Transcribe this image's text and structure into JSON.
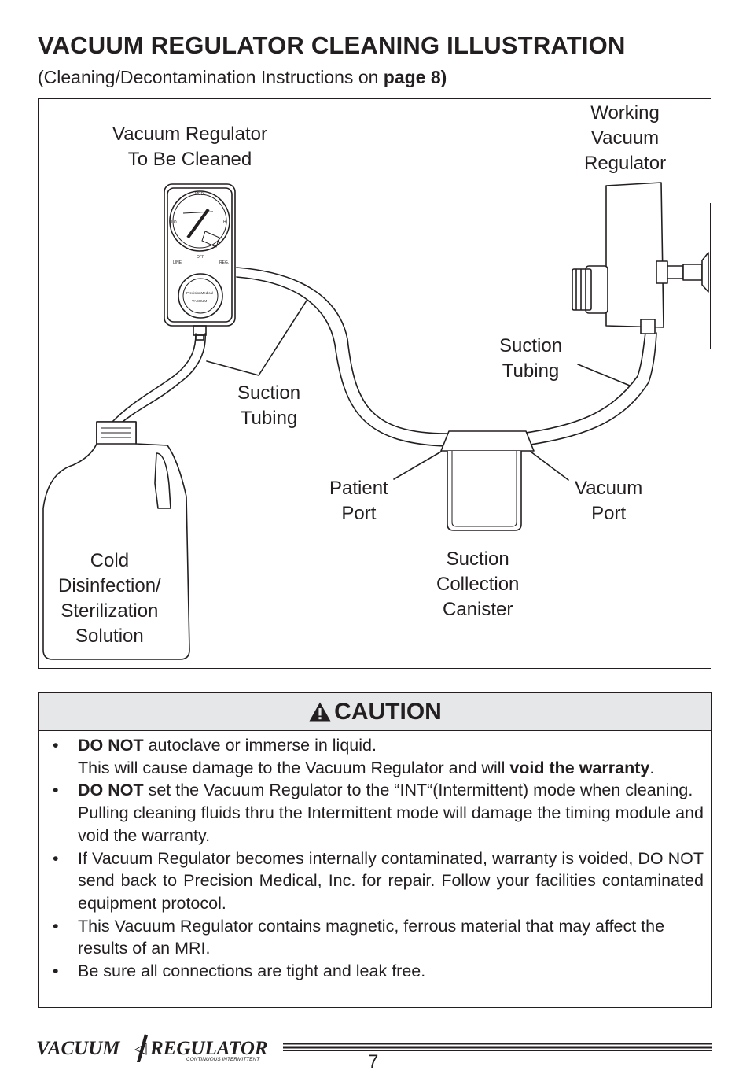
{
  "header": {
    "title": "VACUUM REGULATOR CLEANING ILLUSTRATION",
    "subtitle_prefix": "(Cleaning/Decontamination Instructions on ",
    "subtitle_bold": "page 8)"
  },
  "figure": {
    "labels": {
      "regulator_to_clean": [
        "Vacuum Regulator",
        "To Be Cleaned"
      ],
      "working_regulator": [
        "Working",
        "Vacuum",
        "Regulator"
      ],
      "suction_tubing_right": [
        "Suction",
        "Tubing"
      ],
      "suction_tubing_left": [
        "Suction",
        "Tubing"
      ],
      "patient_port": [
        "Patient",
        "Port"
      ],
      "vacuum_port": [
        "Vacuum",
        "Port"
      ],
      "canister": [
        "Suction",
        "Collection",
        "Canister"
      ],
      "solution": [
        "Cold",
        "Disinfection/",
        "Sterilization",
        "Solution"
      ]
    },
    "gauge_text": {
      "med": "MED",
      "lo": "LO",
      "hi": "HI",
      "brand": "PrecisionMedical",
      "vacuum": "VACUUM",
      "line": "LINE",
      "off": "OFF",
      "reg": "REG."
    }
  },
  "caution": {
    "heading": "CAUTION",
    "items": [
      {
        "bold_lead": "DO NOT",
        "text": " autoclave or immerse in liquid.",
        "line2": "This will cause damage to the Vacuum Regulator and will ",
        "line2_bold": "void the warranty",
        "line2_end": "."
      },
      {
        "bold_lead": "DO NOT",
        "text": " set the Vacuum Regulator to the “INT“(Intermittent) mode when cleaning. Pulling cleaning fluids thru the Intermittent mode will damage the timing module and void the warranty."
      },
      {
        "text": "If Vacuum Regulator becomes internally contaminated, warranty is voided, DO NOT send back to Precision Medical, Inc. for repair. Follow your facilities contaminated equipment protocol."
      },
      {
        "text": "This Vacuum Regulator contains magnetic, ferrous material that may affect the results of an MRI."
      },
      {
        "text": "Be sure all connections are tight and leak free."
      }
    ]
  },
  "footer": {
    "logo_left": "VACUUM",
    "logo_right": "REGULATOR",
    "logo_tagline": "CONTINUOUS INTERMITTENT",
    "page_number": "7"
  }
}
